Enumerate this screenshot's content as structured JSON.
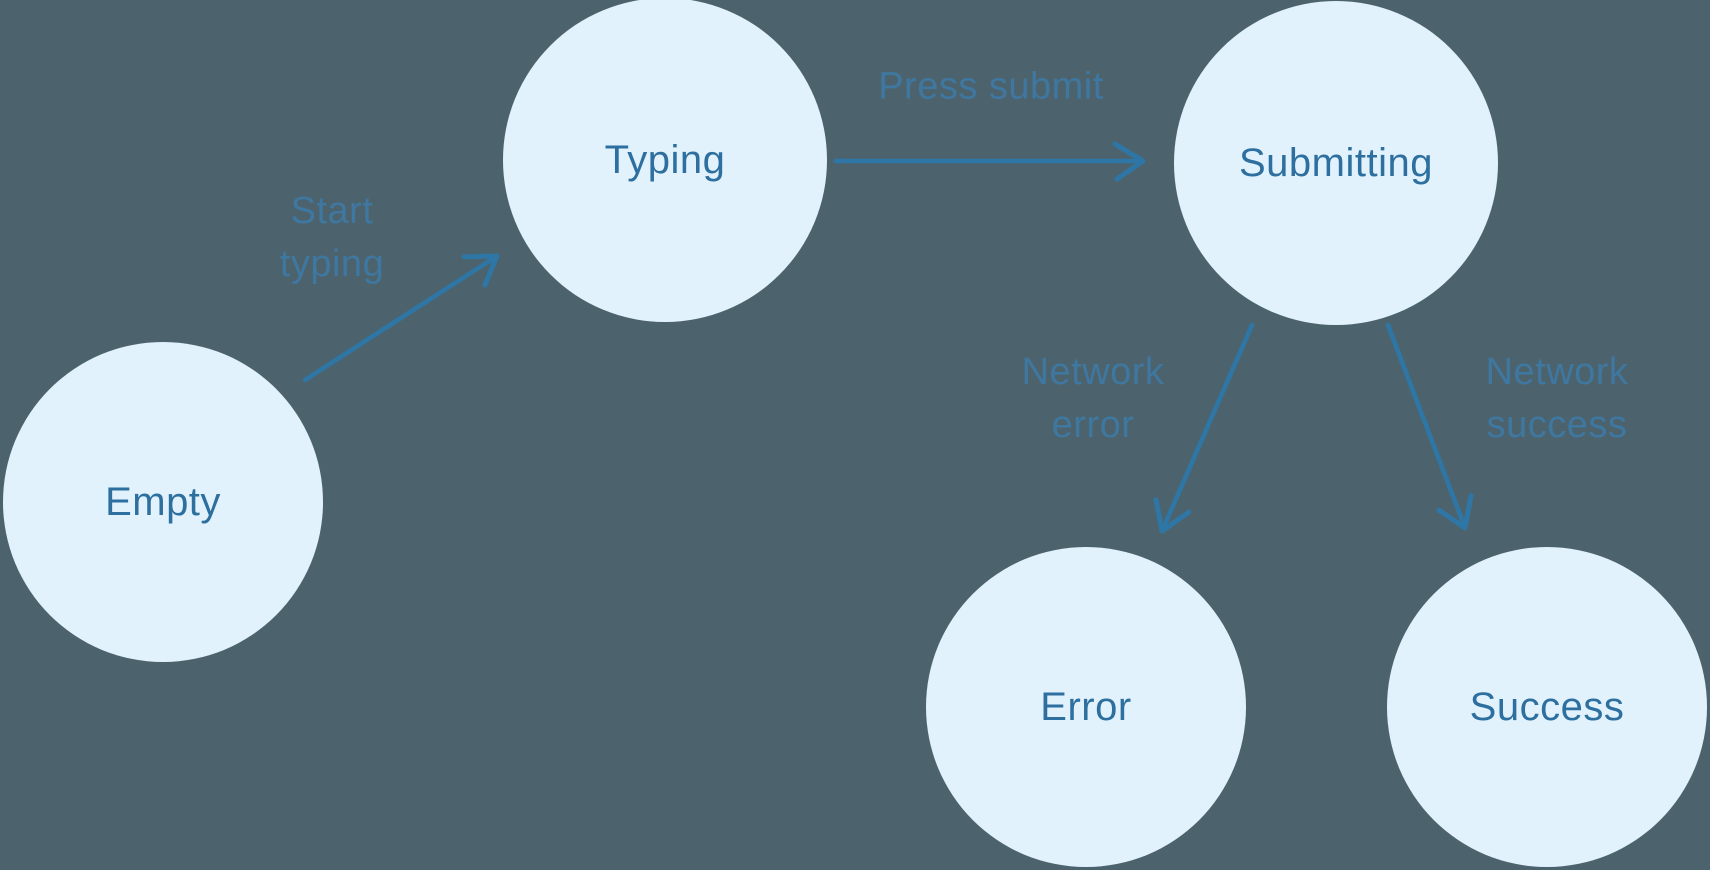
{
  "diagram": {
    "type": "state-machine",
    "nodes": [
      {
        "id": "empty",
        "label": "Empty"
      },
      {
        "id": "typing",
        "label": "Typing"
      },
      {
        "id": "submitting",
        "label": "Submitting"
      },
      {
        "id": "error",
        "label": "Error"
      },
      {
        "id": "success",
        "label": "Success"
      }
    ],
    "edges": [
      {
        "id": "start-typing",
        "label": "Start typing",
        "from": "empty",
        "to": "typing"
      },
      {
        "id": "press-submit",
        "label": "Press submit",
        "from": "typing",
        "to": "submitting"
      },
      {
        "id": "network-error",
        "label": "Network error",
        "from": "submitting",
        "to": "error"
      },
      {
        "id": "network-success",
        "label": "Network success",
        "from": "submitting",
        "to": "success"
      }
    ]
  },
  "colors": {
    "background": "#4c636d",
    "node_fill": "#e1f2fd",
    "node_text": "#2d6f9e",
    "arrow": "#2e76a6",
    "edge_label": "#3d7aa8"
  }
}
